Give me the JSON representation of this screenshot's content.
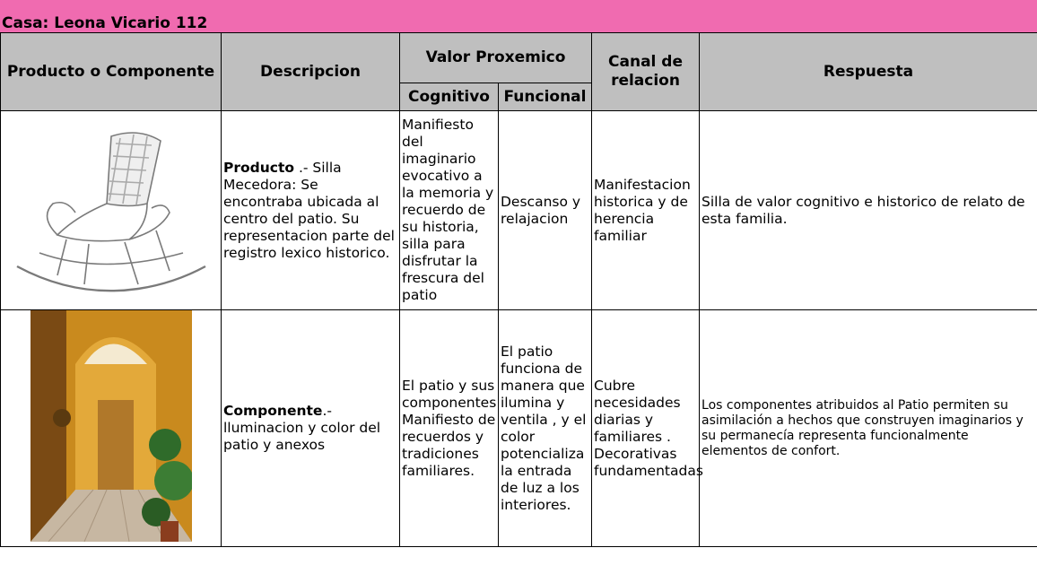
{
  "title": "Casa: Leona Vicario 112",
  "headers": {
    "producto": "Producto o Componente",
    "descripcion": "Descripcion",
    "valor": "Valor Proxemico",
    "cognitivo": "Cognitivo",
    "funcional": "Funcional",
    "canal": "Canal de relacion",
    "respuesta": "Respuesta"
  },
  "rows": [
    {
      "label_bold": "Producto",
      "label_rest": " .- Silla Mecedora: Se encontraba ubicada al centro del patio. Su representacion parte del registro lexico historico.",
      "cognitivo": "Manifiesto del imaginario evocativo a la memoria y recuerdo de su historia, silla para disfrutar la frescura del patio",
      "funcional": "Descanso y relajacion",
      "canal": "Manifestacion historica y de herencia familiar",
      "respuesta": "Silla de valor cognitivo e historico de relato de esta familia."
    },
    {
      "label_bold": "Componente",
      "label_rest": ".- lluminacion y color del patio y anexos",
      "cognitivo": "El patio y sus componentes Manifiesto de recuerdos y tradiciones familiares.",
      "funcional": "El patio funciona de manera que ilumina y ventila , y el color potencializa la entrada de luz a los interiores.",
      "canal": "Cubre necesidades diarias y familiares . Decorativas fundamentadas",
      "respuesta": "Los componentes atribuidos al Patio permiten su asimilación a hechos que construyen imaginarios y su permanecía representa funcionalmente elementos de confort."
    }
  ]
}
